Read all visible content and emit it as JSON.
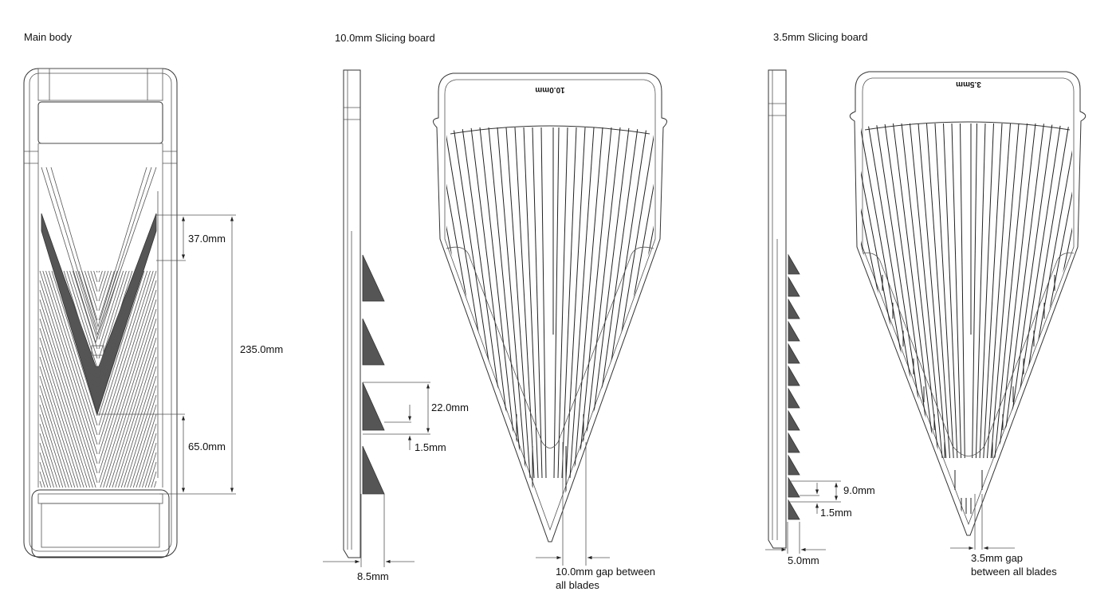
{
  "titles": {
    "main_body": "Main body",
    "board_10": "10.0mm Slicing board",
    "board_35": "3.5mm Slicing board"
  },
  "main_body_dims": {
    "upper": "37.0mm",
    "total": "235.0mm",
    "lower": "65.0mm"
  },
  "board_10_dims": {
    "tooth_pitch": "22.0mm",
    "tooth_gap": "1.5mm",
    "thickness": "8.5mm",
    "gap_line1": "10.0mm gap between",
    "gap_line2": "all blades",
    "plate_marking": "10.0mm"
  },
  "board_35_dims": {
    "tooth_pitch": "9.0mm",
    "tooth_gap": "1.5mm",
    "thickness": "5.0mm",
    "gap_line1": "3.5mm gap",
    "gap_line2": "between all blades",
    "plate_marking": "3.5mm"
  }
}
